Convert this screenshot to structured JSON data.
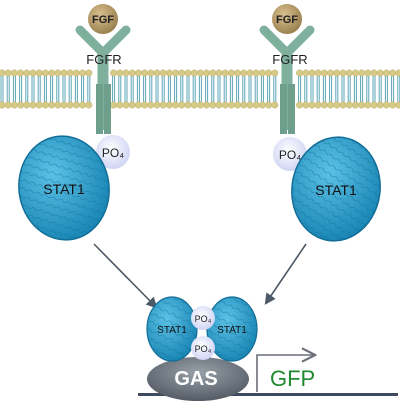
{
  "labels": {
    "ligand": "FGF",
    "receptor": "FGFR",
    "phosphate": "PO₄",
    "transcription_factor": "STAT1",
    "promoter": "GAS",
    "reporter": "GFP"
  },
  "colors": {
    "ligand": "#a88d58",
    "receptor": "#7fb09d",
    "membrane_head": "#d6ca86",
    "membrane_tail": "#5da5b8",
    "stat1": "#2ea0cc",
    "phosphate": "#e6e8fb",
    "promoter": "#6d7480",
    "reporter_text": "#1f8a2e",
    "arrow": "#4c5a68"
  }
}
